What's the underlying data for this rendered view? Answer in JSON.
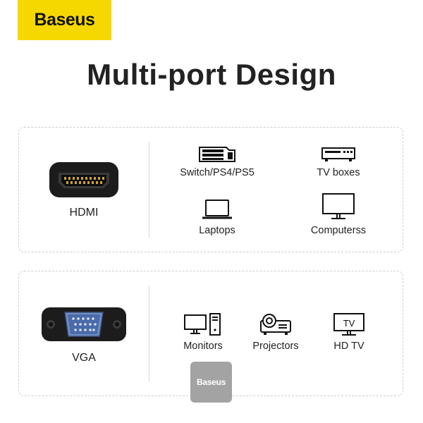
{
  "brand": {
    "logo_text": "Baseus",
    "logo_color": "#f5d800"
  },
  "title": "Multi-port Design",
  "hdmi_panel": {
    "port_label": "HDMI",
    "devices": [
      {
        "label": "Switch/PS4/PS5",
        "icon": "game-console-icon"
      },
      {
        "label": "TV boxes",
        "icon": "tv-box-icon"
      },
      {
        "label": "Laptops",
        "icon": "laptop-icon"
      },
      {
        "label": "Computerss",
        "icon": "computer-monitor-icon"
      }
    ]
  },
  "vga_panel": {
    "port_label": "VGA",
    "devices": [
      {
        "label": "Monitors",
        "icon": "desktop-pc-icon"
      },
      {
        "label": "Projectors",
        "icon": "projector-icon"
      },
      {
        "label": "HD TV",
        "icon": "tv-icon",
        "screen_text": "TV"
      }
    ]
  },
  "watermark": {
    "text": "Baseus"
  }
}
